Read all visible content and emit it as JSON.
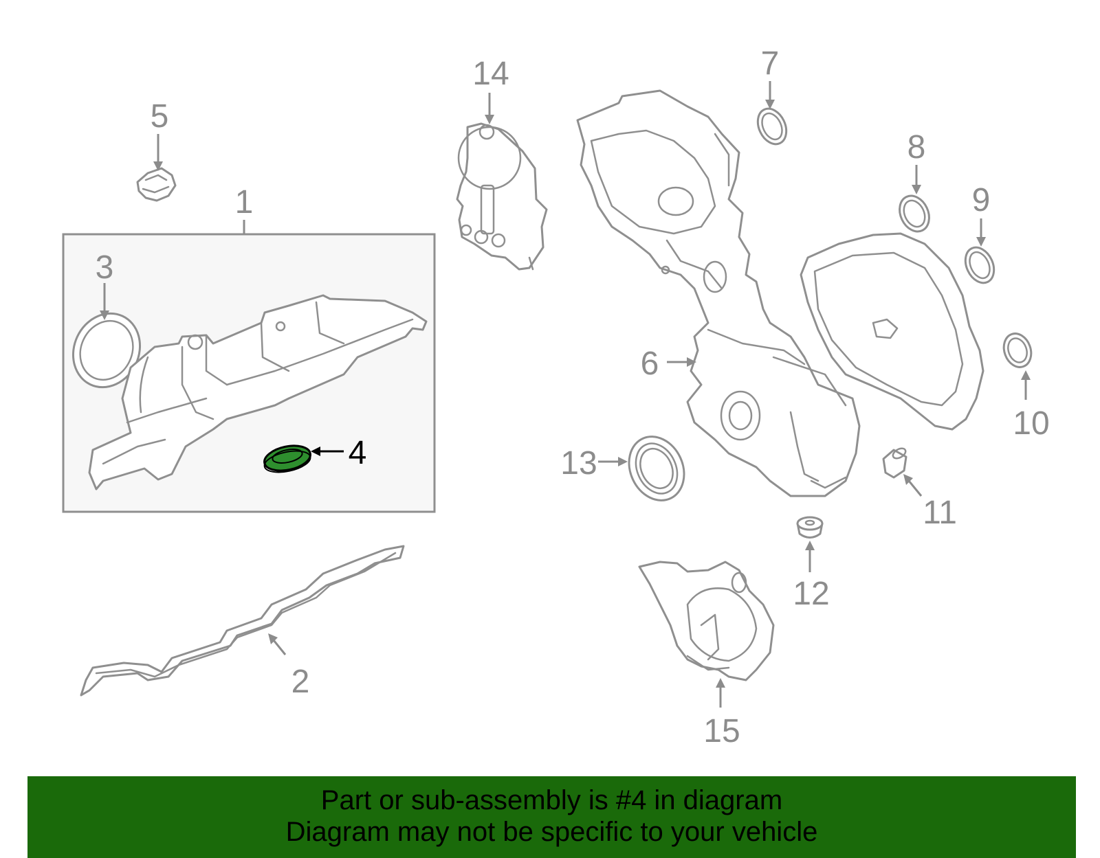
{
  "colors": {
    "banner_background": "#1a6a0a",
    "highlight_fill": "#2e8f2e",
    "highlight_stroke": "#000000",
    "line_gray": "#8f8f8f",
    "box_background": "#f7f7f7"
  },
  "highlighted_callout": "4",
  "callouts": {
    "c1": "1",
    "c2": "2",
    "c3": "3",
    "c4": "4",
    "c5": "5",
    "c6": "6",
    "c7": "7",
    "c8": "8",
    "c9": "9",
    "c10": "10",
    "c11": "11",
    "c12": "12",
    "c13": "13",
    "c14": "14",
    "c15": "15"
  },
  "banner": {
    "line1": "Part or sub-assembly is #4 in diagram",
    "line2": "Diagram may not be specific to your vehicle"
  }
}
